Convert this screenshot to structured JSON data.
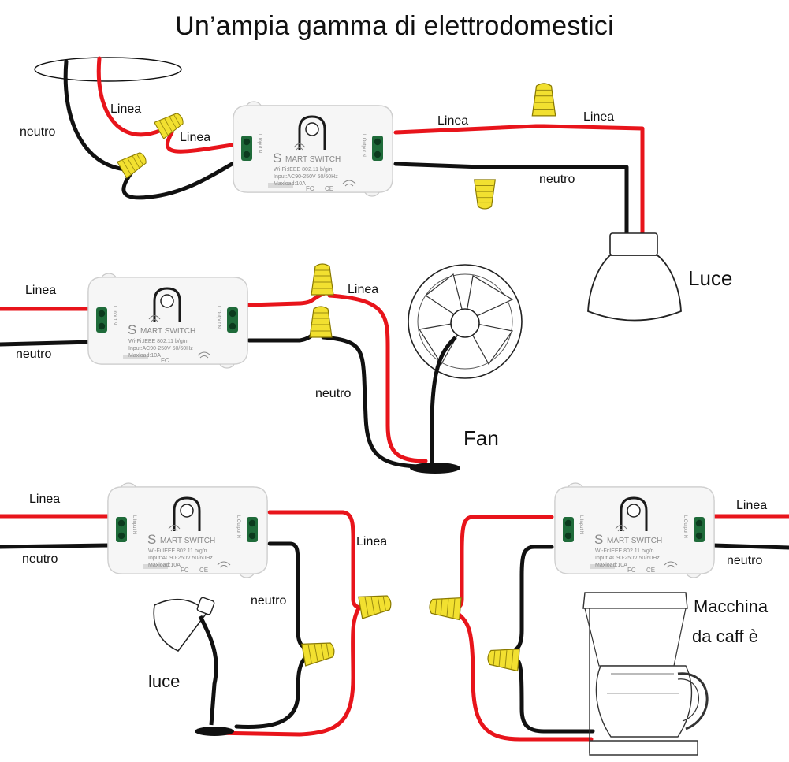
{
  "title": "Un’ampia gamma di elettrodomestici",
  "labels": {
    "linea": "Linea",
    "neutro": "neutro",
    "luce_big": "Luce",
    "fan": "Fan",
    "luce_small": "luce",
    "macchina_line1": "Macchina",
    "macchina_line2": "da caff è"
  },
  "switch": {
    "brand_initial": "S",
    "brand_rest": "MART SWITCH",
    "spec1": "Wi-Fi:IEEE 802.11 b/g/n",
    "spec2": "Input:AC90-250V 50/60Hz",
    "spec3": "Maxload:10A",
    "fc_mark": "FC",
    "ce_mark": "CE",
    "input_label": "L Input N",
    "output_label": "L Output N"
  },
  "colors": {
    "line_wire": "#e8141b",
    "neutral_wire": "#111111",
    "connector": "#f2e030",
    "terminal": "#1f6b3a"
  },
  "icons": [
    "wifi-icon",
    "fan-icon",
    "light-bulb-icon",
    "desk-lamp-icon",
    "coffee-maker-icon",
    "wire-connector-icon",
    "ceiling-ring-icon"
  ]
}
